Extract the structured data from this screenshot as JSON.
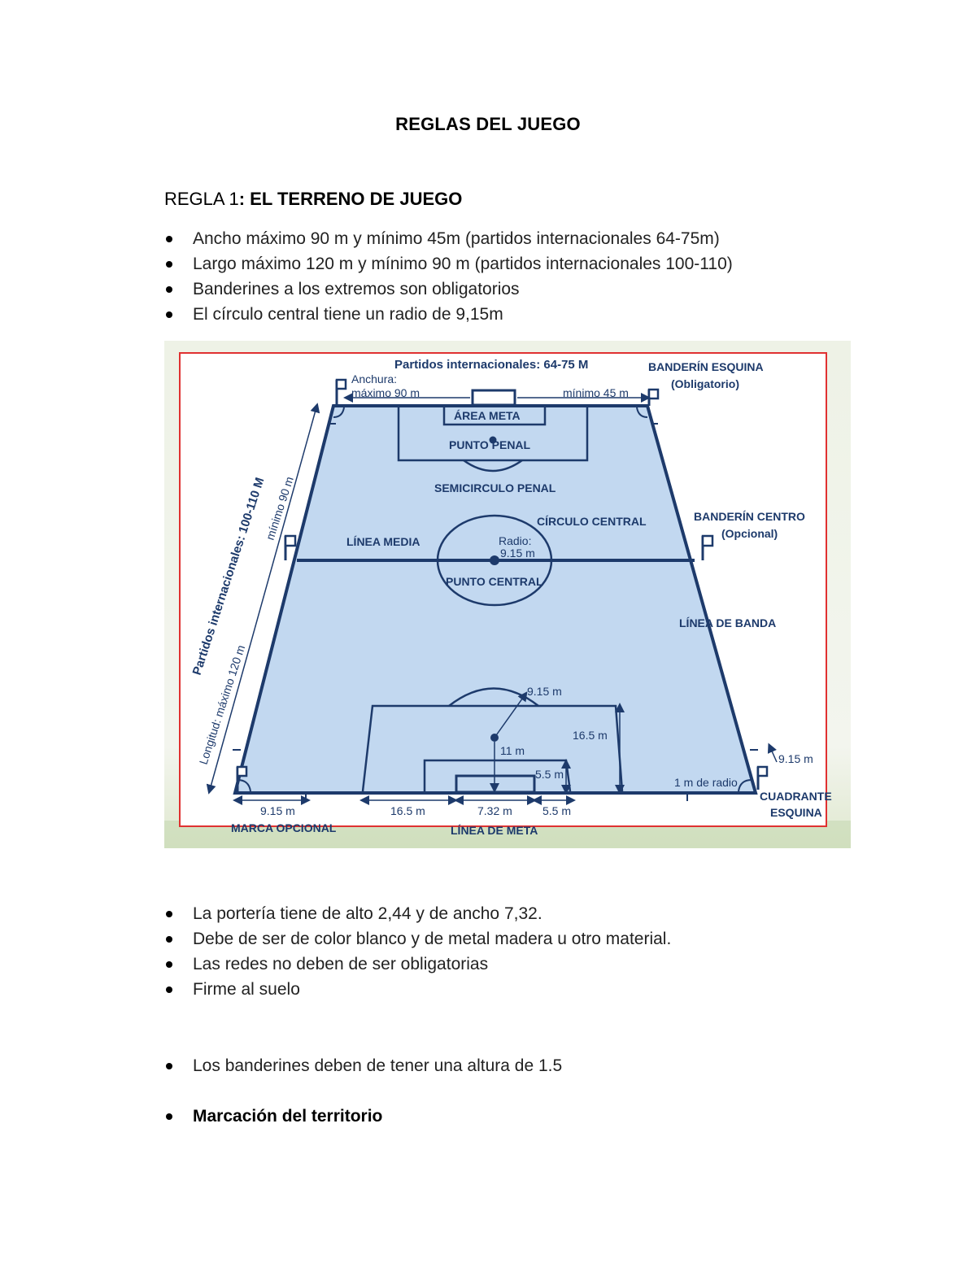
{
  "title": "REGLAS DEL JUEGO",
  "rule": {
    "prefix": "REGLA 1",
    "name": ": EL TERRENO DE JUEGO"
  },
  "list1": [
    "Ancho máximo 90 m y mínimo 45m (partidos internacionales 64-75m)",
    "Largo máximo 120 m y mínimo 90 m (partidos internacionales 100-110)",
    "Banderines a los extremos son obligatorios",
    "El círculo central tiene un radio de 9,15m"
  ],
  "diagram": {
    "top_label": "Partidos internacionales: 64-75 M",
    "anchura_line1": "Anchura:",
    "anchura_line2": "máximo 90 m",
    "minimo_ancho": "mínimo 45 m",
    "corner_flag_line1": "BANDERÍN ESQUINA",
    "corner_flag_line2": "(Obligatorio)",
    "area_meta": "ÁREA META",
    "punto_penal": "PUNTO PENAL",
    "semicirculo": "SEMICIRCULO PENAL",
    "circulo_central": "CÍRCULO CENTRAL",
    "centre_flag_line1": "BANDERÍN CENTRO",
    "centre_flag_line2": "(Opcional)",
    "linea_media": "LÍNEA MEDIA",
    "radio_line1": "Radio:",
    "radio_line2": "9.15 m",
    "punto_central": "PUNTO CENTRAL",
    "linea_banda": "LÍNEA DE BANDA",
    "side_international": "Partidos internacionales: 100-110 M",
    "side_minimo": "mínimo 90 m",
    "side_longitud": "Longitud: máximo 120 m",
    "arc_radius": "9.15 m",
    "penalty_depth": "16.5 m",
    "penalty_spot": "11 m",
    "goal_depth": "5.5 m",
    "corner_distance": "9.15 m",
    "corner_radius": "1 m de radio",
    "cuadrante_line1": "CUADRANTE",
    "cuadrante_line2": "ESQUINA",
    "bottom_left": "9.15 m",
    "bottom_penalty": "16.5 m",
    "bottom_goal": "7.32 m",
    "bottom_goal_area": "5.5 m",
    "marca_opcional": "MARCA OPCIONAL",
    "linea_meta": "LÍNEA DE META"
  },
  "list2": [
    "La portería tiene de alto 2,44 y de ancho 7,32.",
    "Debe de ser de color blanco y de metal madera u otro material.",
    "Las redes no deben de ser obligatorias",
    "Firme al suelo"
  ],
  "list3": [
    "Los banderines deben de tener una  altura de 1.5"
  ],
  "list4": [
    "Marcación del territorio"
  ]
}
